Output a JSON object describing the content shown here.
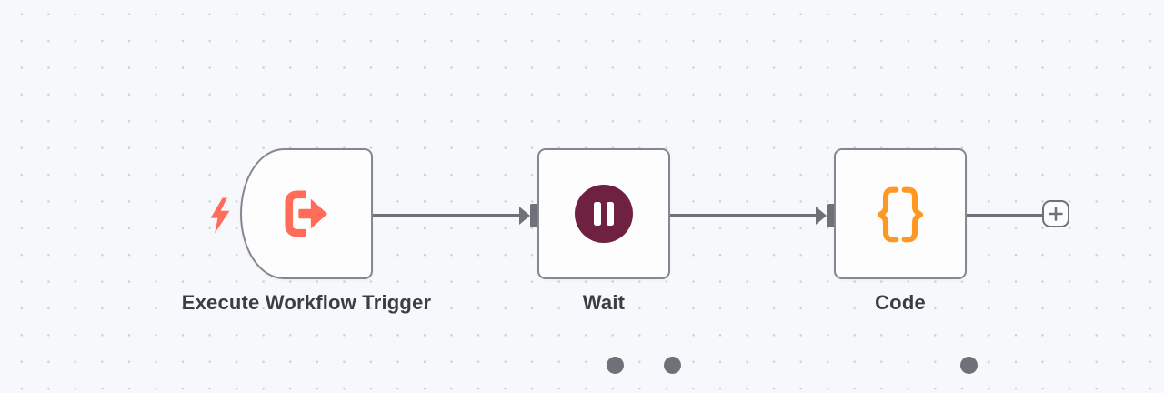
{
  "canvas": {
    "background_color": "#f7f8fb",
    "grid_dot_color": "#cdd0d6"
  },
  "workflow": {
    "nodes": [
      {
        "id": "execute-workflow-trigger",
        "label": "Execute Workflow Trigger",
        "shape": "trigger-rounded-left",
        "icon": "sign-out-arrow-icon",
        "icon_color": "#ff6d5a",
        "bolt_icon": "lightning-bolt-icon",
        "bolt_color": "#ff6d5a",
        "has_input": false,
        "has_output": true
      },
      {
        "id": "wait",
        "label": "Wait",
        "shape": "square",
        "icon": "pause-icon",
        "icon_bg_color": "#6e2140",
        "icon_fg_color": "#ffffff",
        "has_input": true,
        "has_output": true
      },
      {
        "id": "code",
        "label": "Code",
        "shape": "square",
        "icon": "curly-braces-icon",
        "icon_color": "#ff9822",
        "has_input": true,
        "has_output": true
      }
    ],
    "connections": [
      {
        "from": "execute-workflow-trigger",
        "to": "wait"
      },
      {
        "from": "wait",
        "to": "code"
      },
      {
        "from": "code",
        "to": "add-node-button"
      }
    ],
    "add_button": {
      "icon": "plus-icon",
      "glyph": "+"
    }
  },
  "colors": {
    "node_border": "#83878f",
    "node_fill": "#fdfdfe",
    "connector_gray": "#6e7278",
    "label_text": "#3a3d45"
  }
}
